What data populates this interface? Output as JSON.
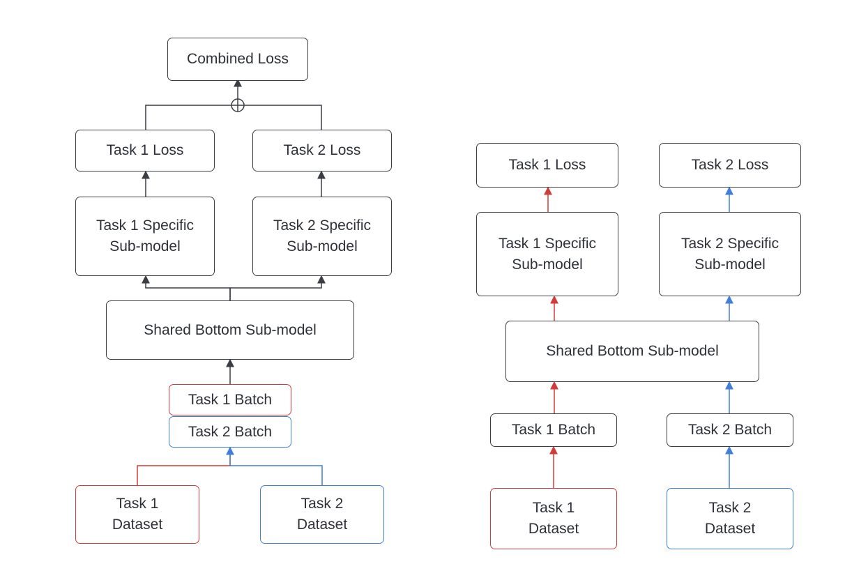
{
  "colors": {
    "default": "#3a3d44",
    "task1": "#d23b36",
    "task2": "#3f7fd9"
  },
  "left": {
    "combined_loss": "Combined Loss",
    "task1_loss": "Task 1 Loss",
    "task2_loss": "Task 2 Loss",
    "task1_submodel": "Task 1 Specific\nSub-model",
    "task2_submodel": "Task 2 Specific\nSub-model",
    "shared_bottom": "Shared Bottom Sub-model",
    "task1_batch": "Task 1 Batch",
    "task2_batch": "Task 2 Batch",
    "task1_dataset": "Task 1\nDataset",
    "task2_dataset": "Task 2\nDataset"
  },
  "right": {
    "task1_loss": "Task 1 Loss",
    "task2_loss": "Task 2 Loss",
    "task1_submodel": "Task 1 Specific\nSub-model",
    "task2_submodel": "Task 2 Specific\nSub-model",
    "shared_bottom": "Shared Bottom Sub-model",
    "task1_batch": "Task 1 Batch",
    "task2_batch": "Task 2 Batch",
    "task1_dataset": "Task 1\nDataset",
    "task2_dataset": "Task 2\nDataset"
  }
}
